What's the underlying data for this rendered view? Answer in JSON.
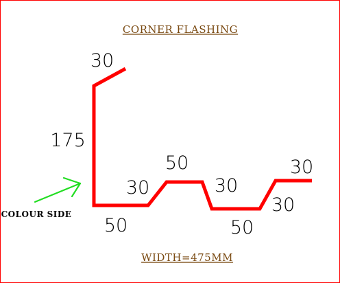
{
  "title": "CORNER FLASHING",
  "width_label": "WIDTH=475MM",
  "side_label": "COLOUR SIDE",
  "dimensions": {
    "top_return": "30",
    "vertical": "175",
    "bottom_left": "50",
    "rise_1": "30",
    "top_flat": "50",
    "drop_1": "30",
    "bottom_right": "50",
    "rise_2": "30",
    "end_flat": "30"
  },
  "colors": {
    "profile": "#ff0000",
    "arrow": "#22dd22",
    "title": "#7a4a12",
    "border": "#ff0000"
  }
}
